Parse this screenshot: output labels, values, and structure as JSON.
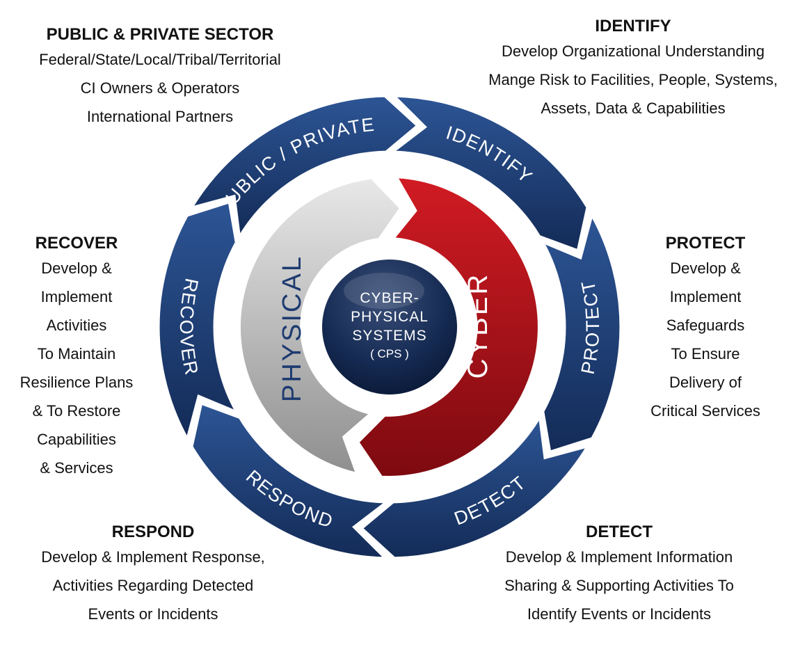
{
  "blocks": {
    "public_private": {
      "heading": "PUBLIC & PRIVATE SECTOR",
      "lines": [
        "Federal/State/Local/Tribal/Territorial",
        "CI Owners & Operators",
        "International Partners"
      ]
    },
    "identify": {
      "heading": "IDENTIFY",
      "lines": [
        "Develop Organizational Understanding",
        "Mange Risk to Facilities, People, Systems,",
        "Assets, Data & Capabilities"
      ]
    },
    "recover": {
      "heading": "RECOVER",
      "lines": [
        "Develop &",
        "Implement",
        "Activities",
        "To Maintain",
        "Resilience Plans",
        "& To Restore",
        "Capabilities",
        "& Services"
      ]
    },
    "protect": {
      "heading": "PROTECT",
      "lines": [
        "Develop &",
        "Implement",
        "Safeguards",
        "To Ensure",
        "Delivery of",
        "Critical Services"
      ]
    },
    "respond": {
      "heading": "RESPOND",
      "lines": [
        "Develop & Implement Response,",
        "Activities Regarding Detected",
        "Events or Incidents"
      ]
    },
    "detect": {
      "heading": "DETECT",
      "lines": [
        "Develop & Implement Information",
        "Sharing & Supporting Activities To",
        "Identify Events or Incidents"
      ]
    }
  },
  "ring": {
    "segments": [
      "PUBLIC / PRIVATE",
      "IDENTIFY",
      "PROTECT",
      "DETECT",
      "RESPOND",
      "RECOVER"
    ],
    "color_top": "#2b4f8f",
    "color_bottom": "#16305f"
  },
  "inner": {
    "physical": "PHYSICAL",
    "cyber": "CYBER",
    "physical_color": "#b9b9b9",
    "cyber_color": "#b3141c"
  },
  "core": {
    "line1": "CYBER-",
    "line2": "PHYSICAL",
    "line3": "SYSTEMS",
    "line4": "( CPS )",
    "color": "#0f1f3d"
  }
}
